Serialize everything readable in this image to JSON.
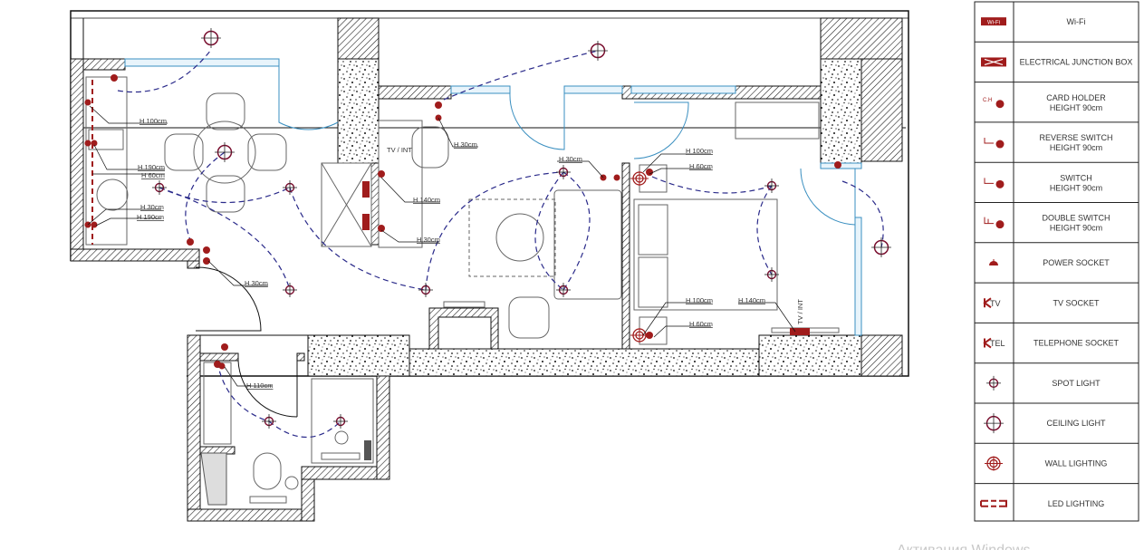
{
  "plan": {
    "height_labels": {
      "kitchen_h100": "H 100cm",
      "kitchen_h190a": "H 190cm",
      "kitchen_h60": "H 60cm",
      "kitchen_h30": "H 30cm",
      "kitchen_h190b": "H 190cm",
      "desk_h30": "H 30cm",
      "tv_int_living": "TV / INT",
      "tv_h140": "H 140cm",
      "tv_h30": "H 30cm",
      "entry_h30": "H 30cm",
      "bath_h110": "H 110cm",
      "sofa_h30": "H 30cm",
      "bed_top_h100": "H 100cm",
      "bed_top_h60": "H 60cm",
      "bed_bottom_h100": "H 100cm",
      "bed_h140": "H 140cm",
      "bed_bottom_h60": "H 60cm",
      "tv_int_bedroom": "TV / INT"
    }
  },
  "legend": {
    "items": [
      {
        "icon": "wifi-icon",
        "symbol": "Wi-Fi",
        "label": "Wi-Fi"
      },
      {
        "icon": "junction-box-icon",
        "label": "ELECTRICAL JUNCTION BOX"
      },
      {
        "icon": "card-holder-icon",
        "symbol": "C.H",
        "label": "CARD HOLDER",
        "sub": "HEIGHT 90cm"
      },
      {
        "icon": "reverse-switch-icon",
        "label": "REVERSE SWITCH",
        "sub": "HEIGHT 90cm"
      },
      {
        "icon": "switch-icon",
        "label": "SWITCH",
        "sub": "HEIGHT 90cm"
      },
      {
        "icon": "double-switch-icon",
        "label": "DOUBLE SWITCH",
        "sub": "HEIGHT 90cm"
      },
      {
        "icon": "power-socket-icon",
        "label": "POWER SOCKET"
      },
      {
        "icon": "tv-socket-icon",
        "symbol": "TV",
        "label": "TV SOCKET"
      },
      {
        "icon": "telephone-socket-icon",
        "symbol": "TEL",
        "label": "TELEPHONE SOCKET"
      },
      {
        "icon": "spot-light-icon",
        "label": "SPOT LIGHT"
      },
      {
        "icon": "ceiling-light-icon",
        "label": "CEILING LIGHT"
      },
      {
        "icon": "wall-lighting-icon",
        "label": "WALL LIGHTING"
      },
      {
        "icon": "led-lighting-icon",
        "label": "LED LIGHTING"
      }
    ]
  },
  "colors": {
    "electrical": "#a01c1c",
    "circuit": "#2a2a8a",
    "window": "#3a8fc0"
  },
  "watermark": "Активация Windows"
}
